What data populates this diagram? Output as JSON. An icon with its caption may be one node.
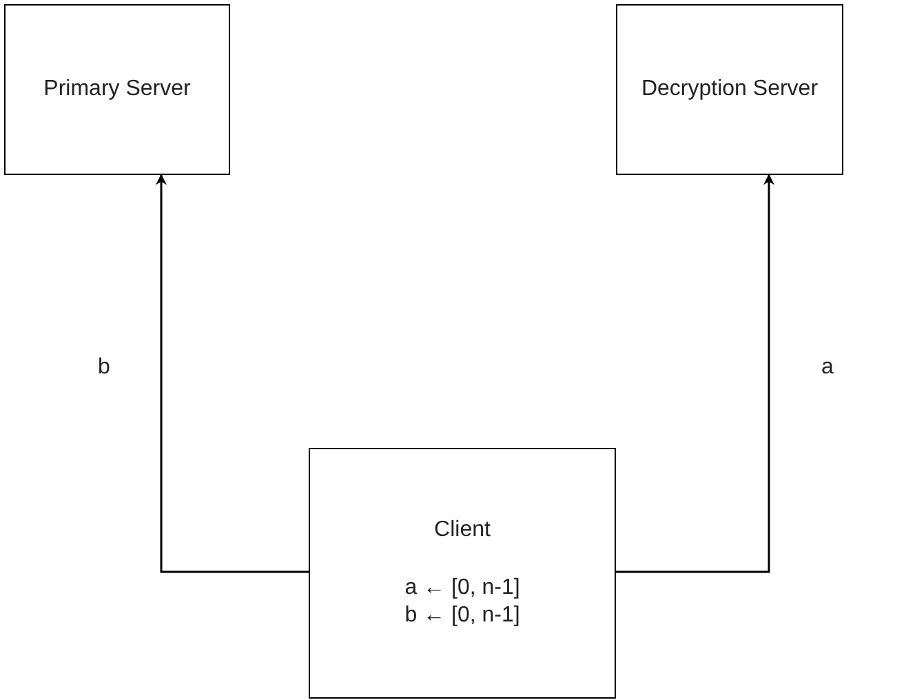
{
  "diagram": {
    "nodes": [
      {
        "text": [
          "Primary Server"
        ]
      },
      {
        "text": [
          "Decryption Server"
        ]
      },
      {
        "text": [
          "Client",
          "a ← [0, n-1]",
          "b ← [0, n-1]"
        ]
      }
    ],
    "edges": [
      {
        "from": 2,
        "to": 0,
        "arrow": "to",
        "label": "b"
      },
      {
        "from": 2,
        "to": 1,
        "arrow": "to",
        "label": "a"
      }
    ]
  }
}
